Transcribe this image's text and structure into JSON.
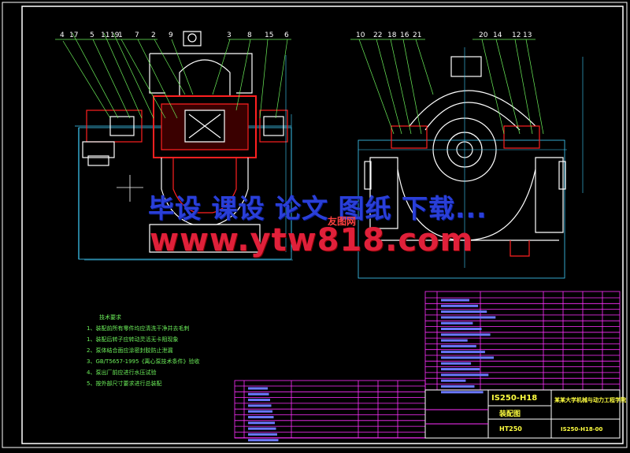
{
  "balloons_left": [
    "4",
    "17",
    "5",
    "11",
    "19",
    "1",
    "7",
    "2",
    "9",
    "3",
    "8",
    "15",
    "6"
  ],
  "balloons_right": [
    "10",
    "22",
    "18",
    "16",
    "21",
    "20",
    "14",
    "12",
    "13"
  ],
  "watermark": {
    "line1": "毕设 课设 论文 图纸 下载...",
    "line2": "www.ytw818.com",
    "logo": "友图网"
  },
  "notes": {
    "title": "技术要求",
    "items": [
      "1、装配前所有零件均应清洗干净并去毛刺",
      "1、装配后转子应转动灵活无卡阻现象",
      "2、泵体结合面应涂密封胶防止泄漏",
      "3、GB/T5657-1995《离心泵技术条件》验收",
      "4、泵出厂前应进行水压试验",
      "5、按外部尺寸要求进行总装配"
    ]
  },
  "title_block": {
    "model": "IS250-H18",
    "school": "某某大学机械与动力工程学院",
    "drawing_name": "装配图",
    "material": "HT250",
    "drawing_no": "IS250-H18-00"
  },
  "colors": {
    "bg": "#000000",
    "frame": "#ffffff",
    "outline": "#ffffff",
    "section": "#ff2020",
    "dim": "#40d0ff",
    "text": "#ffff40",
    "notes": "#6cf05a",
    "table": "#ff30ff"
  }
}
